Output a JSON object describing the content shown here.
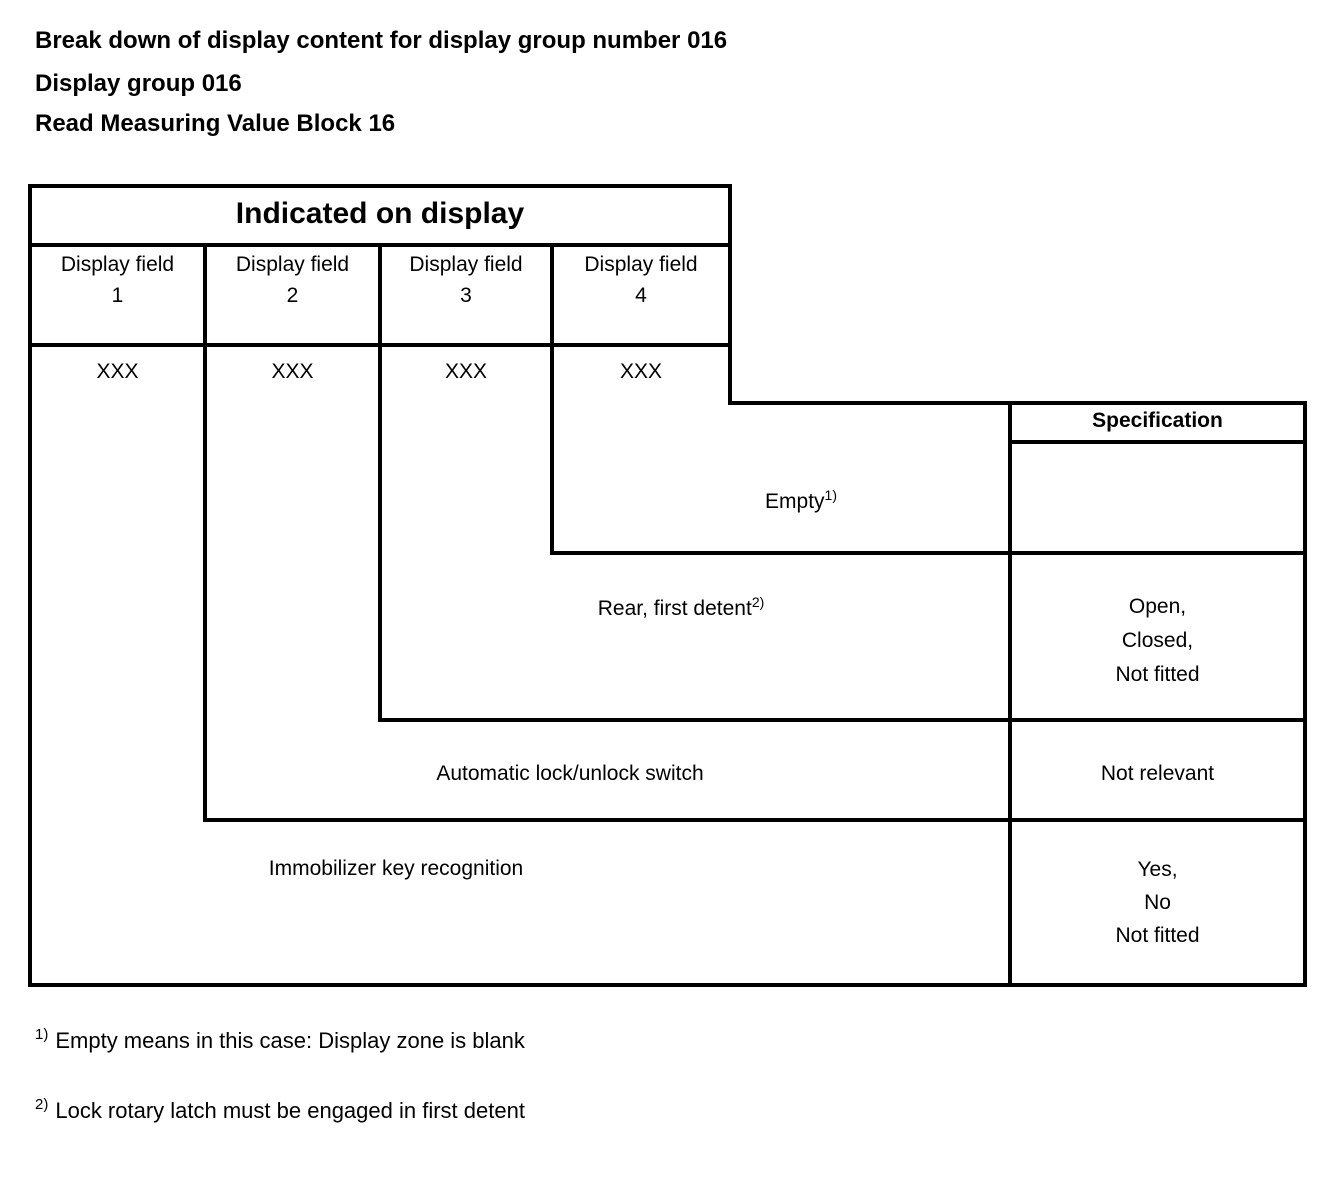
{
  "colors": {
    "ink": "#000000",
    "paper": "#ffffff"
  },
  "heading": {
    "line1": "Break down of display content for display group number 016",
    "line2": "Display group 016",
    "line3": "Read Measuring Value Block 16"
  },
  "table": {
    "indicated_header": "Indicated on display",
    "spec_header": "Specification",
    "columns": [
      {
        "label": "Display field",
        "number": "1",
        "value": "XXX"
      },
      {
        "label": "Display field",
        "number": "2",
        "value": "XXX"
      },
      {
        "label": "Display field",
        "number": "3",
        "value": "XXX"
      },
      {
        "label": "Display field",
        "number": "4",
        "value": "XXX"
      }
    ],
    "rows": [
      {
        "label": "Empty",
        "footnote_ref": "1)",
        "spec_lines": []
      },
      {
        "label": "Rear, first detent",
        "footnote_ref": "2)",
        "spec_lines": [
          "Open,",
          "Closed,",
          "Not fitted"
        ]
      },
      {
        "label": "Automatic lock/unlock switch",
        "spec_lines": [
          "Not relevant"
        ]
      },
      {
        "label": "Immobilizer key recognition",
        "spec_lines": [
          "Yes,",
          "No",
          "Not fitted"
        ]
      }
    ]
  },
  "footnotes": [
    {
      "marker": "1)",
      "text": "Empty means in this case: Display zone is blank"
    },
    {
      "marker": "2)",
      "text": "Lock rotary latch must be engaged in first detent"
    }
  ]
}
